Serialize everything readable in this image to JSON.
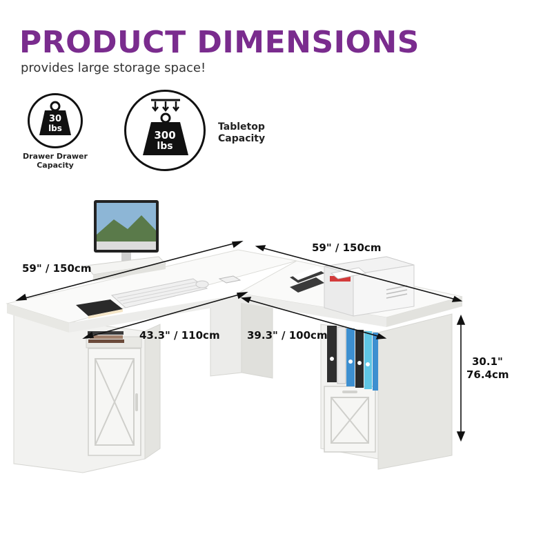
{
  "header": {
    "title": "PRODUCT DIMENSIONS",
    "subtitle": "provides large storage space!"
  },
  "capacities": {
    "drawer": {
      "value": "30",
      "unit": "lbs",
      "label_line1": "Drawer Drawer",
      "label_line2": "Capacity"
    },
    "tabletop": {
      "value": "300",
      "unit": "lbs",
      "label_line1": "Tabletop",
      "label_line2": "Capacity"
    }
  },
  "dimensions": {
    "left_width": "59\" / 150cm",
    "right_width": "59\" / 150cm",
    "left_depth": "43.3\" / 110cm",
    "right_depth": "39.3\" / 100cm",
    "height_in": "30.1\"",
    "height_cm": "76.4cm"
  },
  "colors": {
    "accent": "#7a2c8e",
    "ink": "#111111",
    "desk": "#f4f4f2",
    "folder_blue": "#3d8fd0",
    "folder_cyan": "#5fc6e4"
  }
}
